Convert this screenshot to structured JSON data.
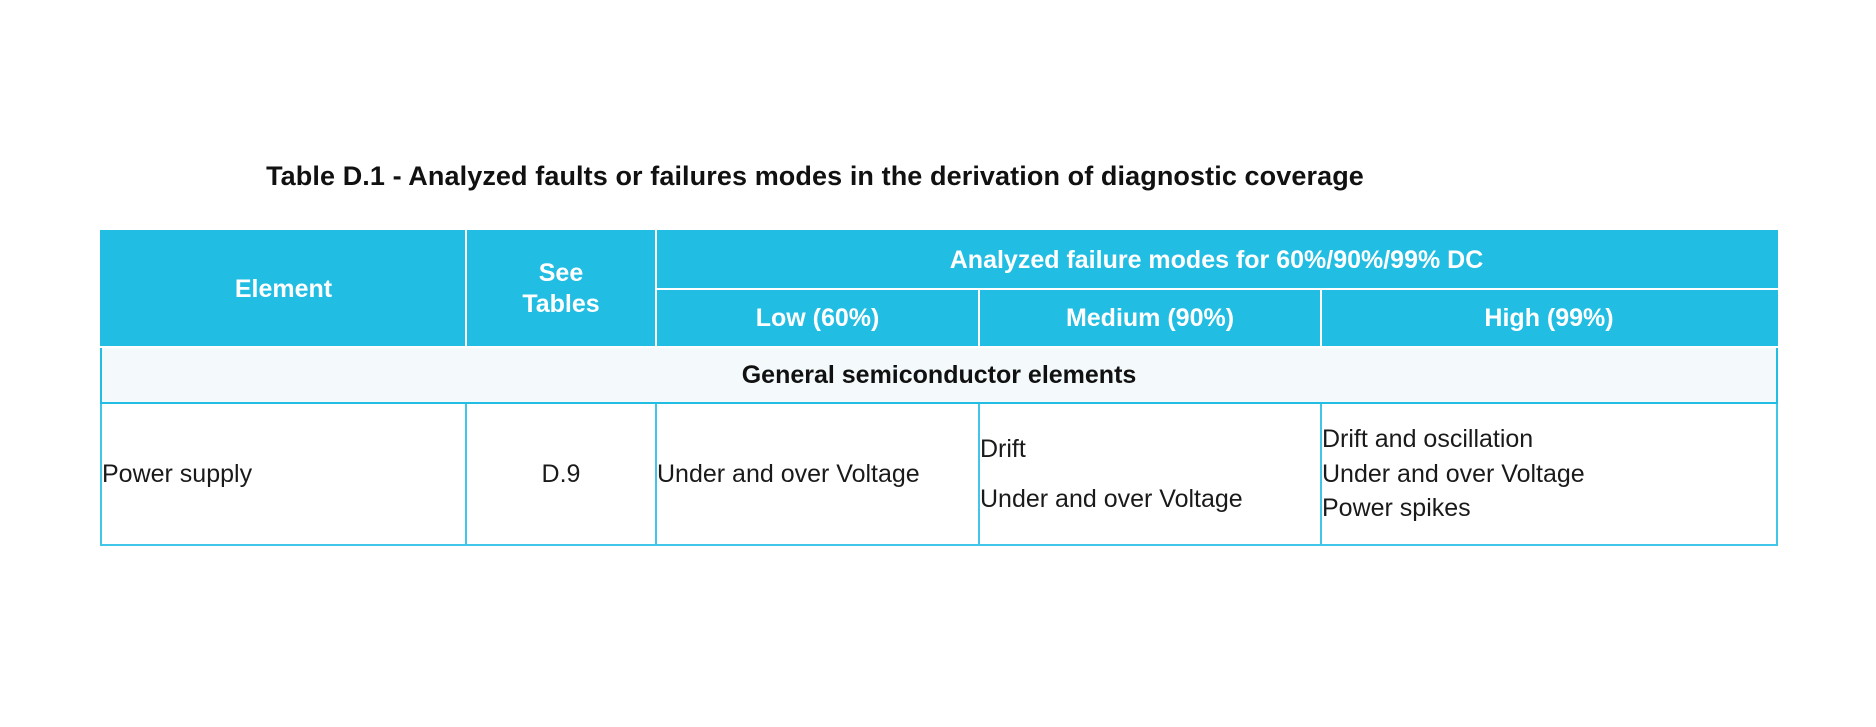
{
  "document": {
    "title": "Table D.1 - Analyzed faults or failures modes in the derivation of diagnostic coverage"
  },
  "colors": {
    "header_cyan": "#22BDE2",
    "border_cyan": "#41C6EA",
    "section_band": "#F4F9FC",
    "header_text": "#FFFFFF",
    "body_text": "#1A1A1A"
  },
  "table": {
    "header": {
      "element": "Element",
      "see_tables": "See\nTables",
      "see_tables_line1": "See",
      "see_tables_line2": "Tables",
      "group_title": "Analyzed failure modes for 60%/90%/99% DC",
      "sub_low": "Low (60%)",
      "sub_medium": "Medium (90%)",
      "sub_high": "High (99%)"
    },
    "sections": [
      {
        "band_label": "General semiconductor elements",
        "rows": [
          {
            "element": "Power supply",
            "see_tables": "D.9",
            "low": [
              "Under and over Voltage"
            ],
            "medium": [
              "Drift",
              "Under and over Voltage"
            ],
            "high": [
              "Drift and oscillation",
              "Under and over Voltage",
              "Power spikes"
            ]
          }
        ]
      }
    ]
  }
}
